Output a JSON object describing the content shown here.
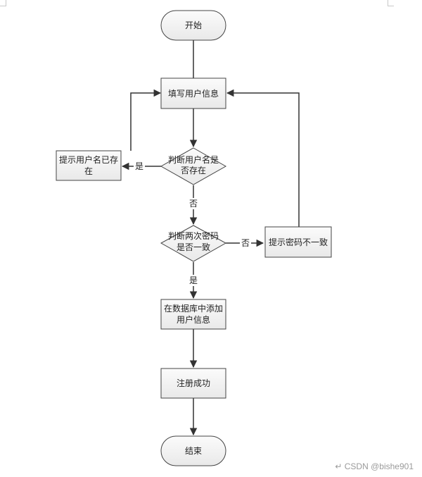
{
  "nodes": {
    "start": "开始",
    "fill_info": "填写用户信息",
    "check_name_line1": "判断用户名是",
    "check_name_line2": "否存在",
    "prompt_exists_line1": "提示用户名已存",
    "prompt_exists_line2": "在",
    "check_pwd_line1": "判断两次密码",
    "check_pwd_line2": "是否一致",
    "prompt_mismatch": "提示密码不一致",
    "add_db_line1": "在数据库中添加",
    "add_db_line2": "用户信息",
    "success": "注册成功",
    "end": "结束"
  },
  "edges": {
    "name_exists_yes": "是",
    "name_exists_no": "否",
    "pwd_match_no": "否",
    "pwd_match_yes": "是"
  },
  "watermark": "CSDN @bishe901"
}
